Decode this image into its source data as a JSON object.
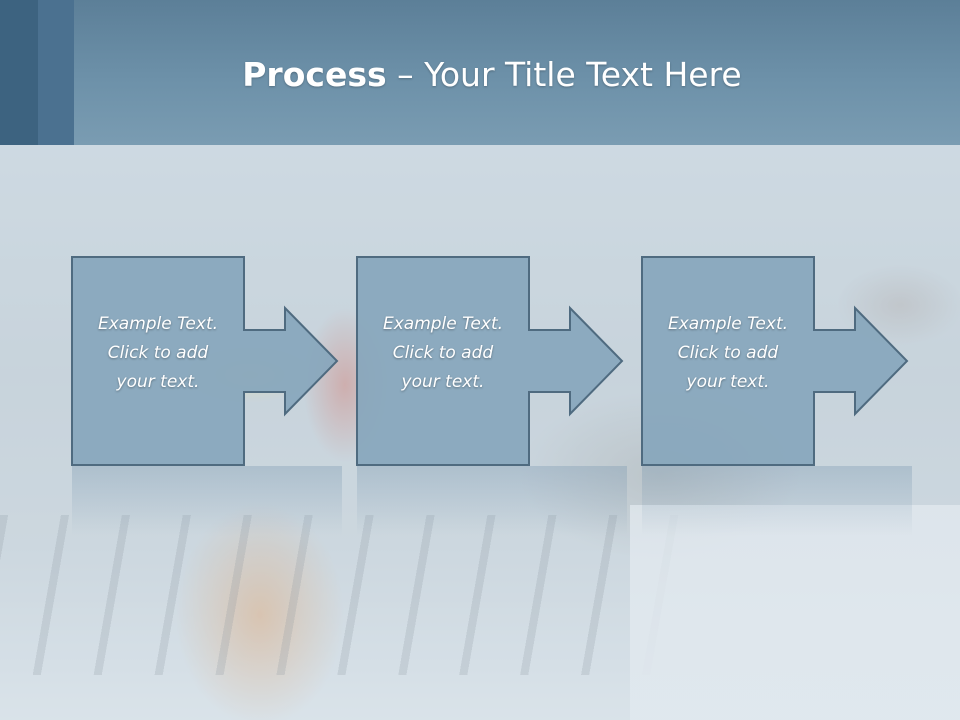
{
  "slide": {
    "title_bold": "Process",
    "title_rest": " – Your Title Text Here",
    "colors": {
      "header": "#6d91a9",
      "header_strip_dark": "#3d6380",
      "box_fill": "#87a6bc",
      "box_stroke": "#4f6b80"
    }
  },
  "steps": [
    {
      "line1": "Example Text.",
      "line2": "Click  to add",
      "line3": "your text."
    },
    {
      "line1": "Example Text.",
      "line2": "Click  to add",
      "line3": "your text."
    },
    {
      "line1": "Example Text.",
      "line2": "Click  to add",
      "line3": "your text."
    }
  ]
}
